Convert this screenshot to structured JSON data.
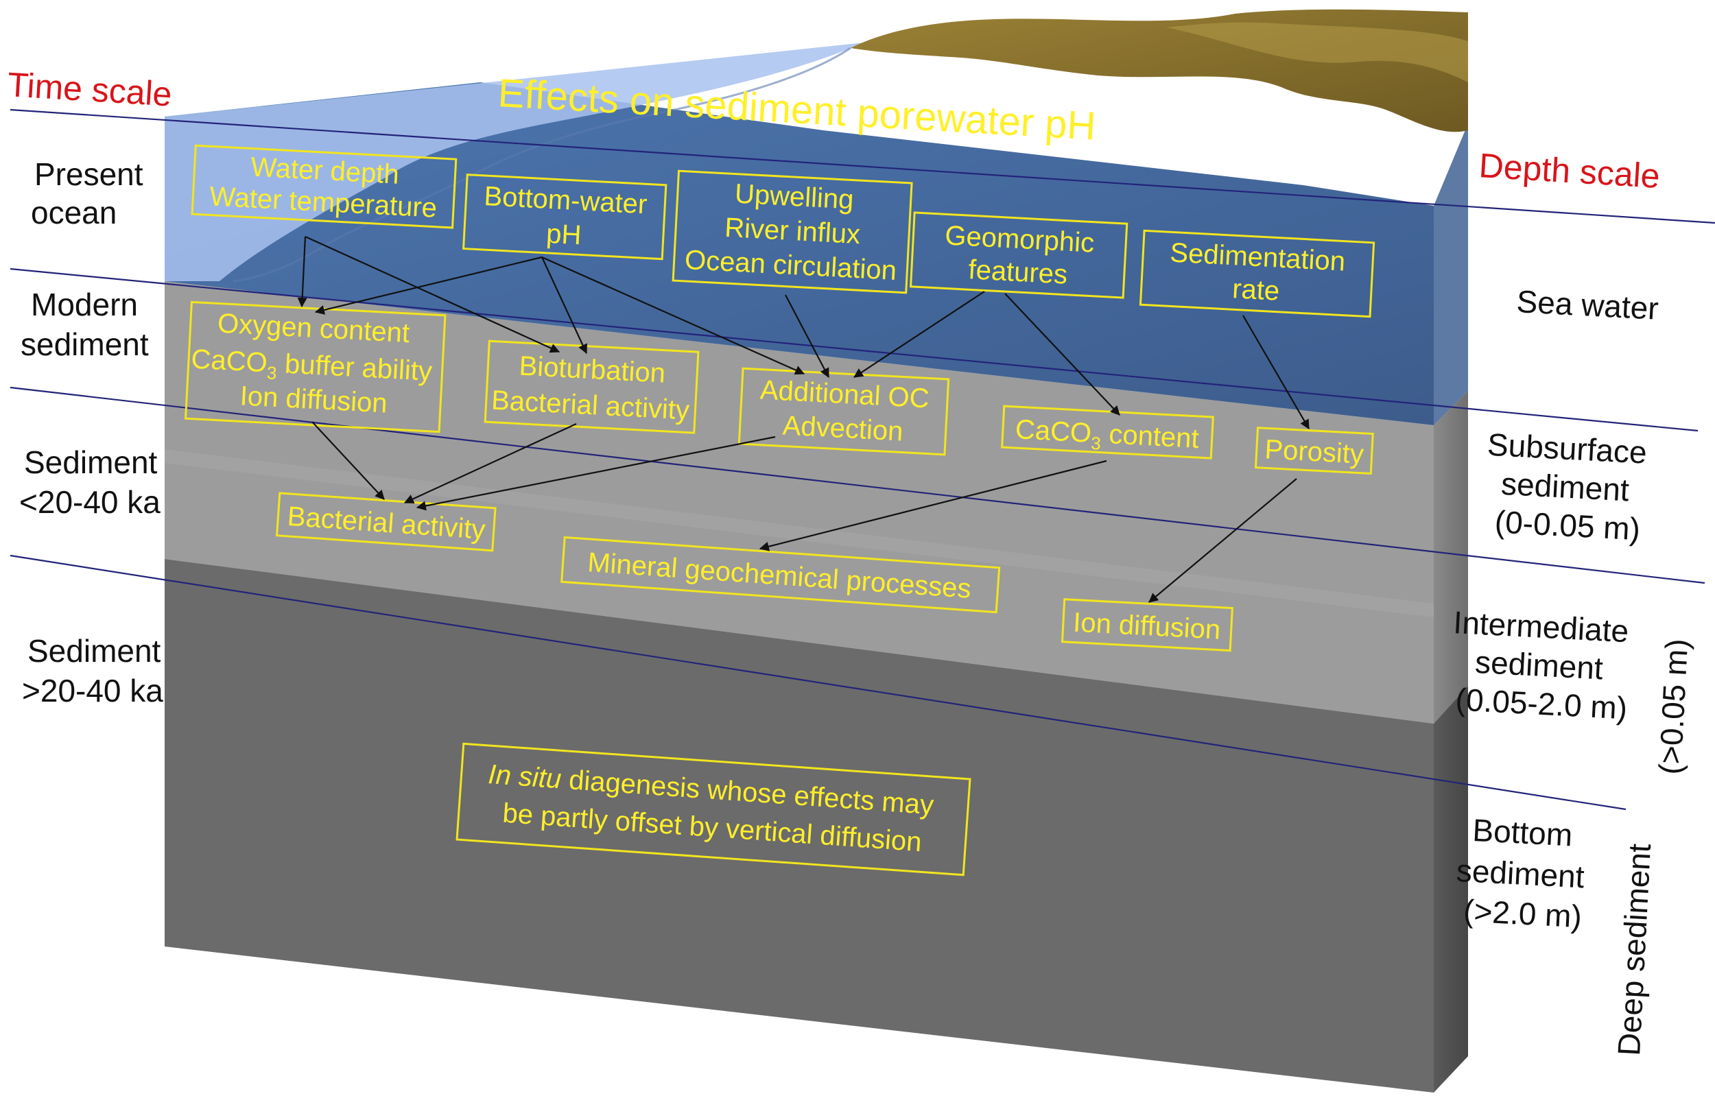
{
  "title": "Effects on sediment porewater pH",
  "time_scale": {
    "heading": "Time scale",
    "present_ocean": [
      "Present",
      "ocean"
    ],
    "modern_sediment": [
      "Modern",
      "sediment"
    ],
    "sediment_young": [
      "Sediment",
      "<20-40 ka"
    ],
    "sediment_old": [
      "Sediment",
      ">20-40 ka"
    ]
  },
  "depth_scale": {
    "heading": "Depth scale",
    "sea_water": "Sea water",
    "subsurface": [
      "Subsurface",
      "sediment",
      "(0-0.05 m)"
    ],
    "intermediate": [
      "Intermediate",
      "sediment",
      "(0.05-2.0 m)"
    ],
    "bottom": [
      "Bottom",
      "sediment",
      "(>2.0 m)"
    ],
    "deep_sediment": "Deep sediment",
    "deep_sediment_range": "(>0.05 m)"
  },
  "boxes": {
    "water_depth": [
      "Water depth",
      "Water temperature"
    ],
    "bottom_water_ph": [
      "Bottom-water",
      "pH"
    ],
    "upwelling": [
      "Upwelling",
      "River influx",
      "Ocean circulation"
    ],
    "geomorphic": [
      "Geomorphic",
      "features"
    ],
    "sedimentation_rate": [
      "Sedimentation",
      "rate"
    ],
    "oxygen": {
      "line1": "Oxygen content",
      "line2_pre": "CaCO",
      "line2_sub": "3",
      "line2_post": " buffer ability",
      "line3": "Ion diffusion"
    },
    "bioturbation": [
      "Bioturbation",
      "Bacterial activity"
    ],
    "additional_oc": [
      "Additional OC",
      "Advection"
    ],
    "caco3_content": {
      "pre": "CaCO",
      "sub": "3",
      "post": " content"
    },
    "porosity": "Porosity",
    "bacterial_activity": "Bacterial activity",
    "mineral": "Mineral geochemical processes",
    "ion_diffusion": "Ion diffusion",
    "in_situ": {
      "line1_italic": "In situ",
      "line1_rest": " diagenesis whose effects may",
      "line2": "be partly offset by vertical diffusion"
    }
  },
  "colors": {
    "ocean": "#3a5f96",
    "sediment_upper": "#9b9b9b",
    "sediment_lower": "#6c6c6c",
    "land": "#8a7430",
    "box_text": "#ffef2a",
    "heading_red": "#d8141a",
    "guide_line": "#23237a"
  }
}
